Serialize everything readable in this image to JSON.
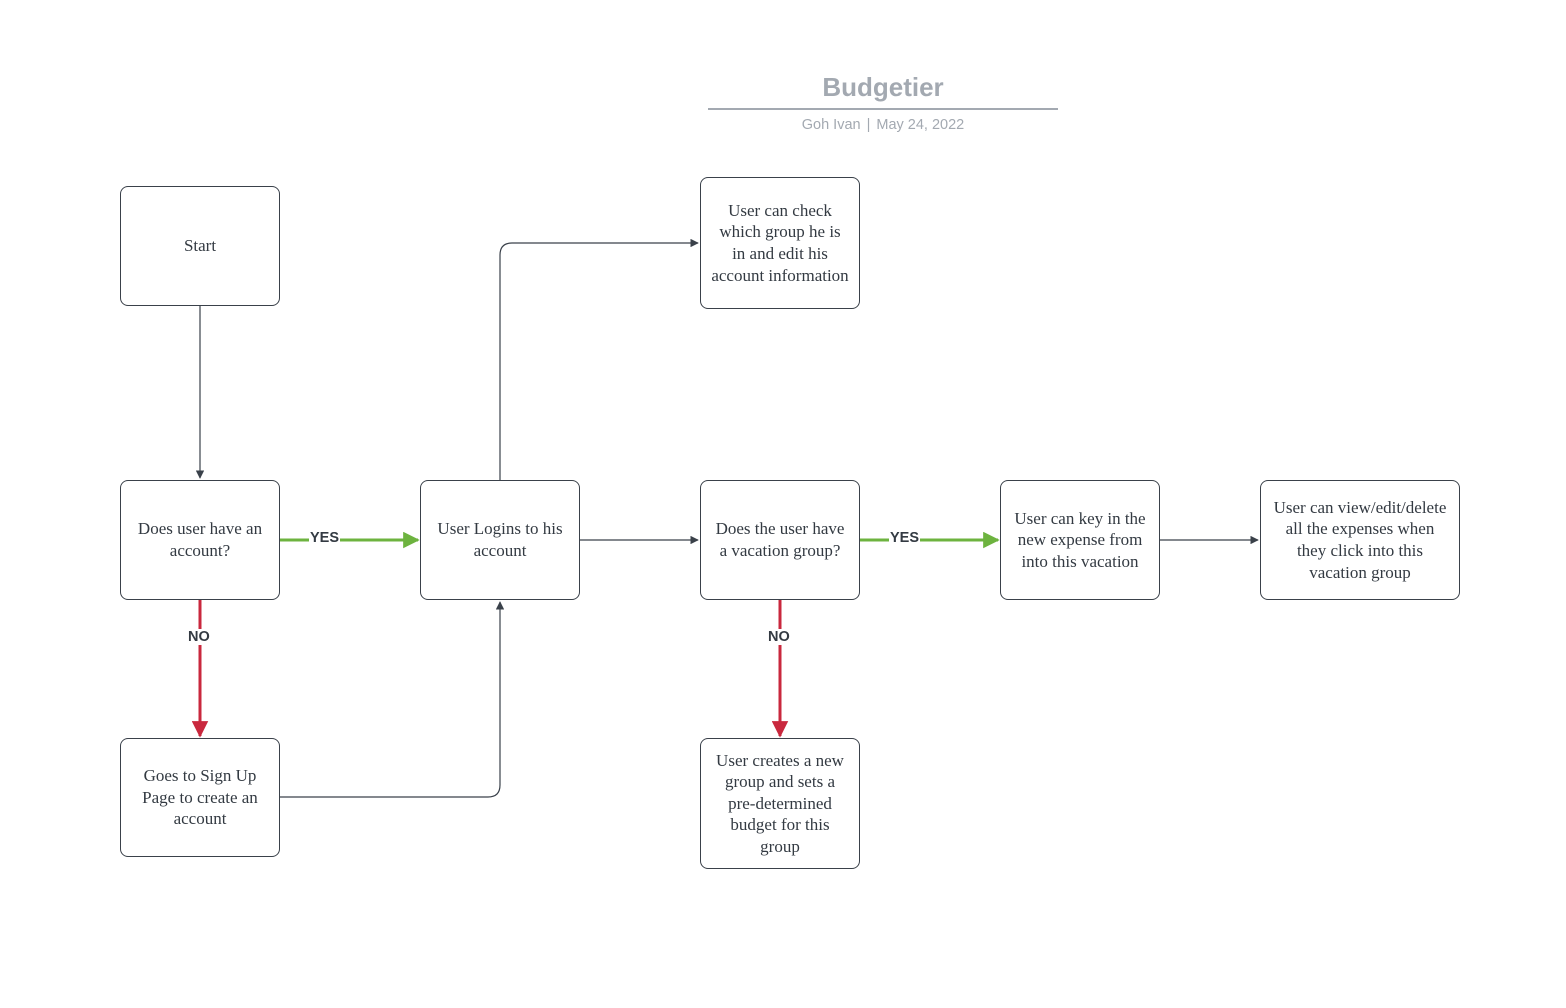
{
  "header": {
    "title": "Budgetier",
    "author": "Goh Ivan",
    "separator": "|",
    "date": "May 24, 2022"
  },
  "nodes": {
    "start": "Start",
    "has_account": "Does user have an account?",
    "login": "User Logins to his account",
    "check_group": "User can check which group he is in and edit his account information",
    "signup": "Goes to Sign Up Page to create an account",
    "has_group": "Does the user have a vacation group?",
    "key_expense": "User can key in the new expense from into this vacation",
    "view_expenses": "User can view/edit/delete all the expenses when they click into this vacation group",
    "create_group": "User creates a new group and sets a pre-determined budget for this group"
  },
  "edge_labels": {
    "yes_1": "YES",
    "no_1": "NO",
    "yes_2": "YES",
    "no_2": "NO"
  },
  "colors": {
    "yes": "#6db33f",
    "no": "#c9283e",
    "line": "#3a414a",
    "title": "#a3a9b1"
  }
}
